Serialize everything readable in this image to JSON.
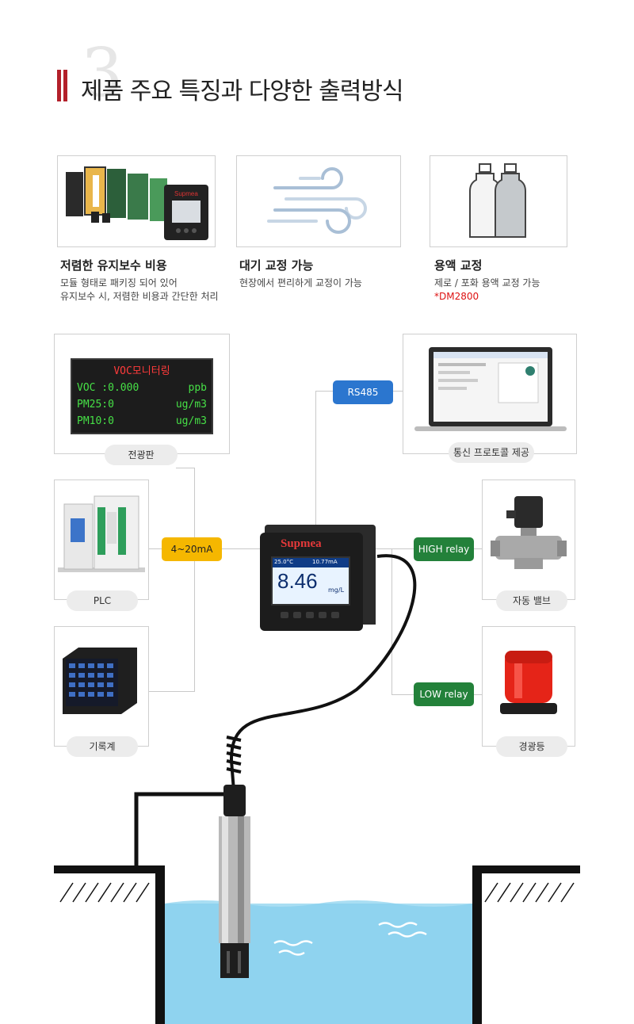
{
  "header": {
    "number": "3",
    "title": "제품 주요 특징과 다양한 출력방식",
    "accent_color": "#b3202a"
  },
  "features": [
    {
      "title": "저렴한 유지보수 비용",
      "desc_line1": "모듈 형태로 패키징 되어 있어",
      "desc_line2": "유지보수 시, 저렴한 비용과 간단한 처리"
    },
    {
      "title": "대기 교정 가능",
      "desc_line1": "현장에서 편리하게 교정이 가능"
    },
    {
      "title": "용액 교정",
      "desc_line1": "제로 / 포화 용액 교정 가능",
      "note": "*DM2800"
    }
  ],
  "led_board": {
    "line1": "VOC모니터링",
    "line2_label": "VOC :0.000",
    "line2_unit": "ppb",
    "line3_label": "PM25:0",
    "line3_unit": "ug/m3",
    "line4_label": "PM10:0",
    "line4_unit": "ug/m3"
  },
  "labels": {
    "display_board": "전광판",
    "plc": "PLC",
    "recorder": "기록계",
    "protocol": "통신 프로토콜 제공",
    "valve": "자동 밸브",
    "beacon": "경광등"
  },
  "tags": {
    "rs485": "RS485",
    "analog": "4~20mA",
    "high_relay": "HIGH relay",
    "low_relay": "LOW relay"
  },
  "device": {
    "brand": "Supmea",
    "temp": "25.0°C",
    "current": "10.77mA",
    "value": "8.46",
    "unit": "mg/L"
  },
  "colors": {
    "blue_tag": "#2b76cf",
    "yellow_tag": "#f5b700",
    "green_tag": "#23813a",
    "water": "#8fd3ef"
  }
}
